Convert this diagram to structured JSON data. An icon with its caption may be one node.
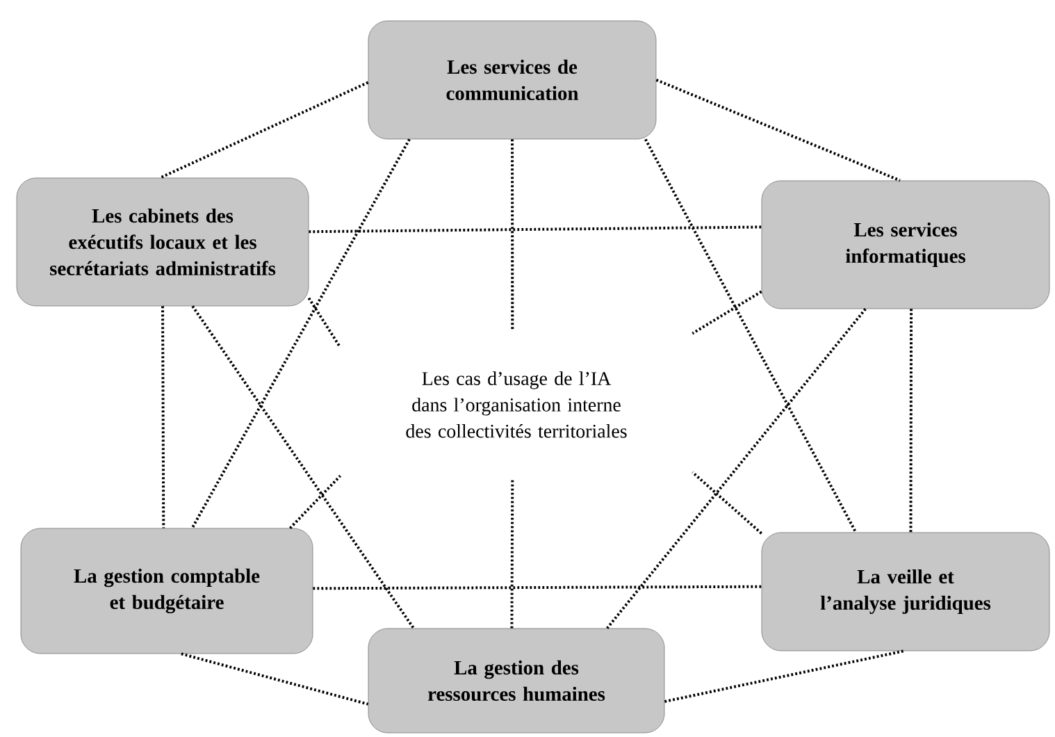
{
  "diagram": {
    "nodes": [
      {
        "text": [
          "Les services de communication"
        ]
      },
      {
        "text": [
          "Les cabinets des exécutifs locaux et les secrétariats administratifs"
        ]
      },
      {
        "text": [
          "Les services informatiques"
        ]
      },
      {
        "text": [
          "Les cas d’usage de l’IA dans l’organisation interne des collectivités territoriales"
        ]
      },
      {
        "text": [
          "La gestion comptable et budgétaire"
        ]
      },
      {
        "text": [
          "La veille et l’analyse juridiques"
        ]
      },
      {
        "text": [
          "La gestion des ressources humaines"
        ]
      }
    ],
    "edges": [
      {
        "from": 0,
        "to": 1,
        "arrow": "none"
      },
      {
        "from": 0,
        "to": 2,
        "arrow": "none"
      },
      {
        "from": 0,
        "to": 3,
        "arrow": "none"
      },
      {
        "from": 0,
        "to": 4,
        "arrow": "none"
      },
      {
        "from": 0,
        "to": 5,
        "arrow": "none"
      },
      {
        "from": 1,
        "to": 2,
        "arrow": "none"
      },
      {
        "from": 1,
        "to": 3,
        "arrow": "none"
      },
      {
        "from": 1,
        "to": 6,
        "arrow": "none"
      },
      {
        "from": 1,
        "to": 4,
        "arrow": "none"
      },
      {
        "from": 2,
        "to": 3,
        "arrow": "none"
      },
      {
        "from": 2,
        "to": 6,
        "arrow": "none"
      },
      {
        "from": 2,
        "to": 5,
        "arrow": "none"
      },
      {
        "from": 4,
        "to": 3,
        "arrow": "none"
      },
      {
        "from": 4,
        "to": 5,
        "arrow": "none"
      },
      {
        "from": 4,
        "to": 6,
        "arrow": "none"
      },
      {
        "from": 5,
        "to": 3,
        "arrow": "none"
      },
      {
        "from": 6,
        "to": 3,
        "arrow": "none"
      },
      {
        "from": 6,
        "to": 5,
        "arrow": "none"
      }
    ]
  }
}
